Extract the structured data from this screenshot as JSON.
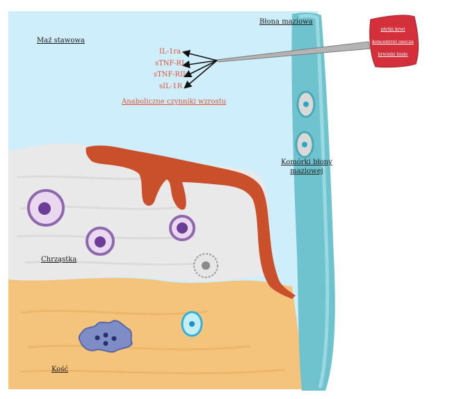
{
  "labels": {
    "synovial_fluid": "Maź stawowa",
    "synovial_membrane": "Błona maziowa",
    "cartilage": "Chrząstka",
    "bone": "Kość",
    "synovial_cells": "Komórki błony maziowej"
  },
  "factors": [
    "IL-1ra",
    "sTNF-RI",
    "sTNF-RII",
    "sIL-1R"
  ],
  "growth_factors": "Anaboliczne czynniki wzrostu",
  "syringe": {
    "contents": [
      "płytki krwi",
      "koncentrat osocza",
      "krwinki białe"
    ]
  },
  "colors": {
    "fluid": "#cdeefa",
    "cartilage": "#e9e9ea",
    "bone": "#f4c47c",
    "membrane": "#6fc3cf",
    "repair_tissue": "#c9502a",
    "syringe": "#d3303c",
    "factor_text": "#e05030"
  }
}
